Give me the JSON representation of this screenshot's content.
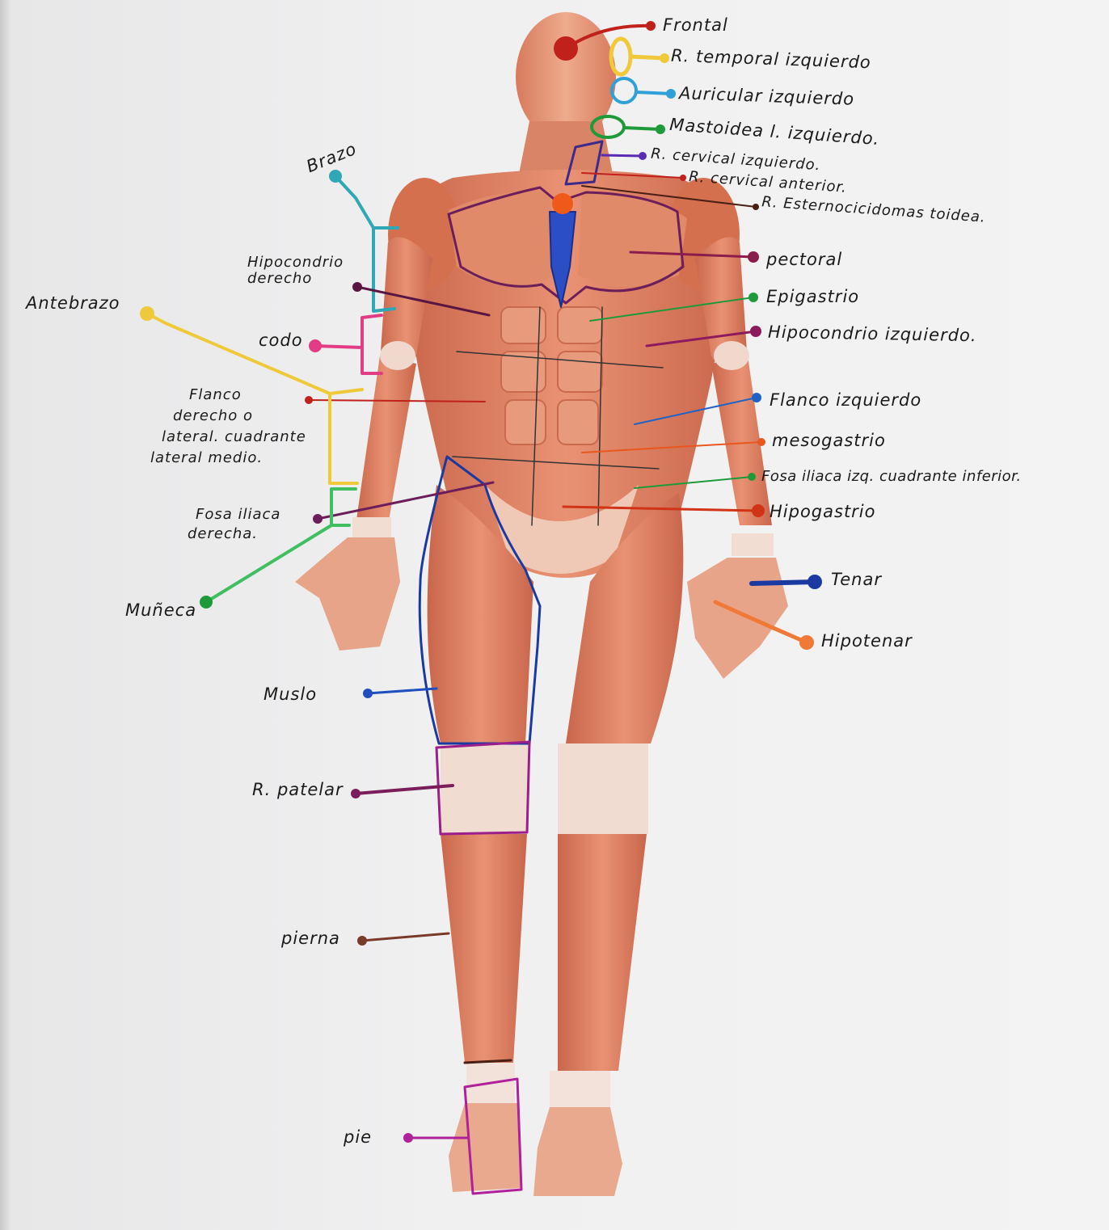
{
  "labels": {
    "frontal": "Frontal",
    "temporal": "R. temporal izquierdo",
    "auricular": "Auricular izquierdo",
    "mastoidea": "Mastoidea l. izquierdo.",
    "cervical_izq": "R. cervical izquierdo.",
    "cervical_ant": "R. cervical anterior.",
    "esterno": "R. Esternocicidomas toidea.",
    "pectoral": "pectoral",
    "epigastrio": "Epigastrio",
    "hipocondrio_izq": "Hipocondrio izquierdo.",
    "flanco_izq": "Flanco izquierdo",
    "mesogastrio": "mesogastrio",
    "fosa_izq": "Fosa iliaca izq. cuadrante inferior.",
    "hipogastrio": "Hipogastrio",
    "tenar": "Tenar",
    "hipotenar": "Hipotenar",
    "brazo": "Brazo",
    "hipocondrio_der": [
      "Hipocondrio",
      "derecho"
    ],
    "antebrazo": "Antebrazo",
    "codo": "codo",
    "flanco_der": [
      "Flanco",
      "derecho o",
      "lateral. cuadrante",
      "lateral medio."
    ],
    "fosa_der": [
      "Fosa iliaca",
      "derecha."
    ],
    "muneca": "Muñeca",
    "muslo": "Muslo",
    "patelar": "R. patelar",
    "pierna": "pierna",
    "pie": "pie"
  },
  "colors": {
    "skin": "#e9a485",
    "muscle": "#d9755a",
    "muscle_dark": "#c25d45",
    "tendon": "#f2ddd3",
    "red": "#c0211b",
    "yellow": "#f0c93b",
    "blue": "#1f63c6",
    "green": "#1f9a3a",
    "purple": "#5b2bb3",
    "magenta": "#8e1a5e",
    "darkred": "#8a1d2b",
    "teal": "#2fa7b5",
    "pink": "#e23d84",
    "orange": "#e8571d",
    "lightgreen": "#3fbf5f",
    "navy": "#1b3aa1",
    "brown": "#7a3a2a"
  }
}
